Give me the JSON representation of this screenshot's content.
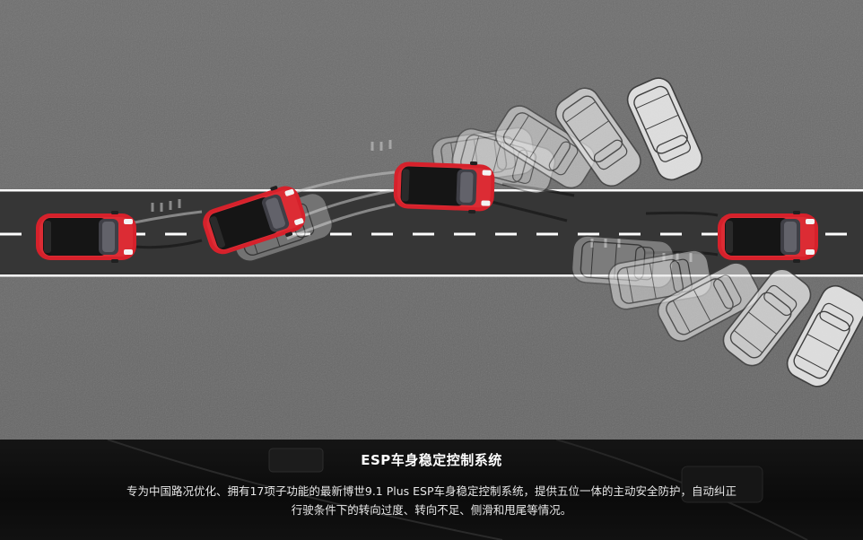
{
  "caption": {
    "title": "ESP车身稳定控制系统",
    "line1": "专为中国路况优化、拥有17项子功能的最新博世9.1 Plus ESP车身稳定控制系统，提供五位一体的主动安全防护，自动纠正",
    "line2": "行驶条件下的转向过度、转向不足、侧滑和甩尾等情况。"
  },
  "colors": {
    "asphalt": "#7c7c7c",
    "lane": "#3a3a3a",
    "lane_line": "#ffffff",
    "car_red": "#d6212b",
    "ghost_car": "#e6e6e6",
    "caption_bg": "#0d0d0d"
  }
}
